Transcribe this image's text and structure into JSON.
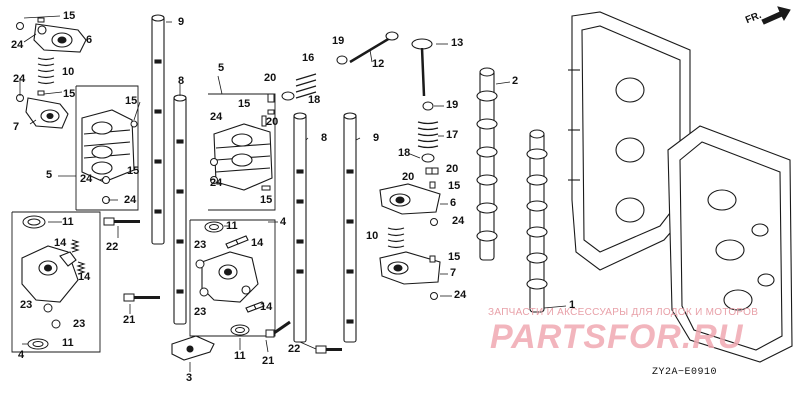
{
  "diagram": {
    "direction_label": "FR.",
    "diagram_code": "ZY2A−E0910",
    "watermark_caption": "ЗАПЧАСТИ И АКСЕССУАРЫ ДЛЯ ЛОДОК И МОТОРОВ",
    "watermark_brand": "PARTSFOR.RU",
    "callouts": [
      {
        "id": "c15a",
        "text": "15"
      },
      {
        "id": "c24a",
        "text": "24"
      },
      {
        "id": "c6a",
        "text": "6"
      },
      {
        "id": "c10a",
        "text": "10"
      },
      {
        "id": "c24b",
        "text": "24"
      },
      {
        "id": "c15b",
        "text": "15"
      },
      {
        "id": "c7a",
        "text": "7"
      },
      {
        "id": "c15c",
        "text": "15"
      },
      {
        "id": "c5a",
        "text": "5"
      },
      {
        "id": "c24c",
        "text": "24"
      },
      {
        "id": "c15d",
        "text": "15"
      },
      {
        "id": "c24d",
        "text": "24"
      },
      {
        "id": "c11a",
        "text": "11"
      },
      {
        "id": "c22a",
        "text": "22"
      },
      {
        "id": "c14a",
        "text": "14"
      },
      {
        "id": "c14b",
        "text": "14"
      },
      {
        "id": "c23a",
        "text": "23"
      },
      {
        "id": "c23b",
        "text": "23"
      },
      {
        "id": "c4a",
        "text": "4"
      },
      {
        "id": "c11b",
        "text": "11"
      },
      {
        "id": "c9a",
        "text": "9"
      },
      {
        "id": "c8a",
        "text": "8"
      },
      {
        "id": "c21a",
        "text": "21"
      },
      {
        "id": "c3a",
        "text": "3"
      },
      {
        "id": "c5b",
        "text": "5"
      },
      {
        "id": "c15e",
        "text": "15"
      },
      {
        "id": "c24e",
        "text": "24"
      },
      {
        "id": "c24f",
        "text": "24"
      },
      {
        "id": "c15f",
        "text": "15"
      },
      {
        "id": "c11c",
        "text": "11"
      },
      {
        "id": "c4b",
        "text": "4"
      },
      {
        "id": "c23c",
        "text": "23"
      },
      {
        "id": "c14c",
        "text": "14"
      },
      {
        "id": "c23d",
        "text": "23"
      },
      {
        "id": "c14d",
        "text": "14"
      },
      {
        "id": "c11d",
        "text": "11"
      },
      {
        "id": "c21b",
        "text": "21"
      },
      {
        "id": "c20a",
        "text": "20"
      },
      {
        "id": "c20b",
        "text": "20"
      },
      {
        "id": "c16a",
        "text": "16"
      },
      {
        "id": "c18a",
        "text": "18"
      },
      {
        "id": "c19a",
        "text": "19"
      },
      {
        "id": "c12a",
        "text": "12"
      },
      {
        "id": "c13a",
        "text": "13"
      },
      {
        "id": "c8b",
        "text": "8"
      },
      {
        "id": "c9b",
        "text": "9"
      },
      {
        "id": "c22b",
        "text": "22"
      },
      {
        "id": "c19b",
        "text": "19"
      },
      {
        "id": "c17a",
        "text": "17"
      },
      {
        "id": "c18b",
        "text": "18"
      },
      {
        "id": "c20c",
        "text": "20"
      },
      {
        "id": "c20d",
        "text": "20"
      },
      {
        "id": "c15g",
        "text": "15"
      },
      {
        "id": "c6b",
        "text": "6"
      },
      {
        "id": "c24g",
        "text": "24"
      },
      {
        "id": "c10b",
        "text": "10"
      },
      {
        "id": "c15h",
        "text": "15"
      },
      {
        "id": "c7b",
        "text": "7"
      },
      {
        "id": "c24h",
        "text": "24"
      },
      {
        "id": "c2a",
        "text": "2"
      },
      {
        "id": "c1a",
        "text": "1"
      }
    ]
  }
}
